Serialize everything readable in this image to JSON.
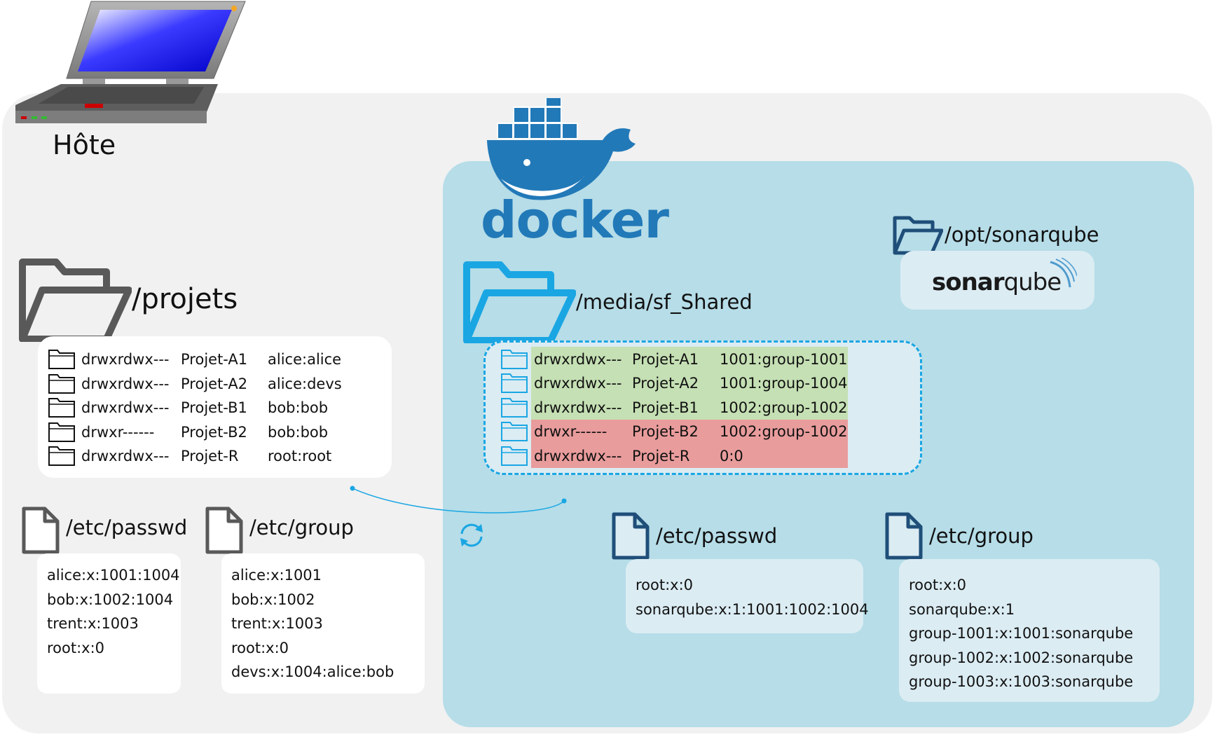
{
  "host": {
    "label": "Hôte"
  },
  "docker": {
    "label": "docker"
  },
  "host_projets": {
    "title": "/projets",
    "rows": [
      {
        "perm": "drwxrdwx---",
        "name": "Projet-A1",
        "owner": "alice:alice"
      },
      {
        "perm": "drwxrdwx---",
        "name": "Projet-A2",
        "owner": "alice:devs"
      },
      {
        "perm": "drwxrdwx---",
        "name": "Projet-B1",
        "owner": "bob:bob"
      },
      {
        "perm": "drwxr------",
        "name": "Projet-B2",
        "owner": "bob:bob"
      },
      {
        "perm": "drwxrdwx---",
        "name": "Projet-R",
        "owner": "root:root"
      }
    ]
  },
  "host_passwd": {
    "title": "/etc/passwd",
    "lines": [
      "alice:x:1001:1004",
      "bob:x:1002:1004",
      "trent:x:1003",
      "root:x:0"
    ]
  },
  "host_group": {
    "title": "/etc/group",
    "lines": [
      "alice:x:1001",
      "bob:x:1002",
      "trent:x:1003",
      "root:x:0",
      "devs:x:1004:alice:bob"
    ]
  },
  "shared": {
    "title": "/media/sf_Shared",
    "rows": [
      {
        "perm": "drwxrdwx---",
        "name": "Projet-A1",
        "owner": "1001:group-1001",
        "status": "ok"
      },
      {
        "perm": "drwxrdwx---",
        "name": "Projet-A2",
        "owner": "1001:group-1004",
        "status": "ok"
      },
      {
        "perm": "drwxrdwx---",
        "name": "Projet-B1",
        "owner": "1002:group-1002",
        "status": "ok"
      },
      {
        "perm": "drwxr------",
        "name": "Projet-B2",
        "owner": "1002:group-1002",
        "status": "denied"
      },
      {
        "perm": "drwxrdwx---",
        "name": "Projet-R",
        "owner": "0:0",
        "status": "denied"
      }
    ],
    "colors": {
      "ok": "#c5e0b4",
      "denied": "#e99c9c"
    }
  },
  "sonar": {
    "folder_title": "/opt/sonarqube",
    "logo_text_bold": "sonar",
    "logo_text_light": "qube"
  },
  "docker_passwd": {
    "title": "/etc/passwd",
    "lines": [
      "root:x:0",
      "sonarqube:x:1:1001:1002:1004"
    ]
  },
  "docker_group": {
    "title": "/etc/group",
    "lines": [
      "root:x:0",
      "sonarqube:x:1",
      "group-1001:x:1001:sonarqube",
      "group-1002:x:1002:sonarqube",
      "group-1003:x:1003:sonarqube"
    ]
  },
  "icons": [
    "laptop-icon",
    "docker-whale-icon",
    "folder-icon",
    "file-icon",
    "sync-icon",
    "sonarqube-wave-icon"
  ]
}
